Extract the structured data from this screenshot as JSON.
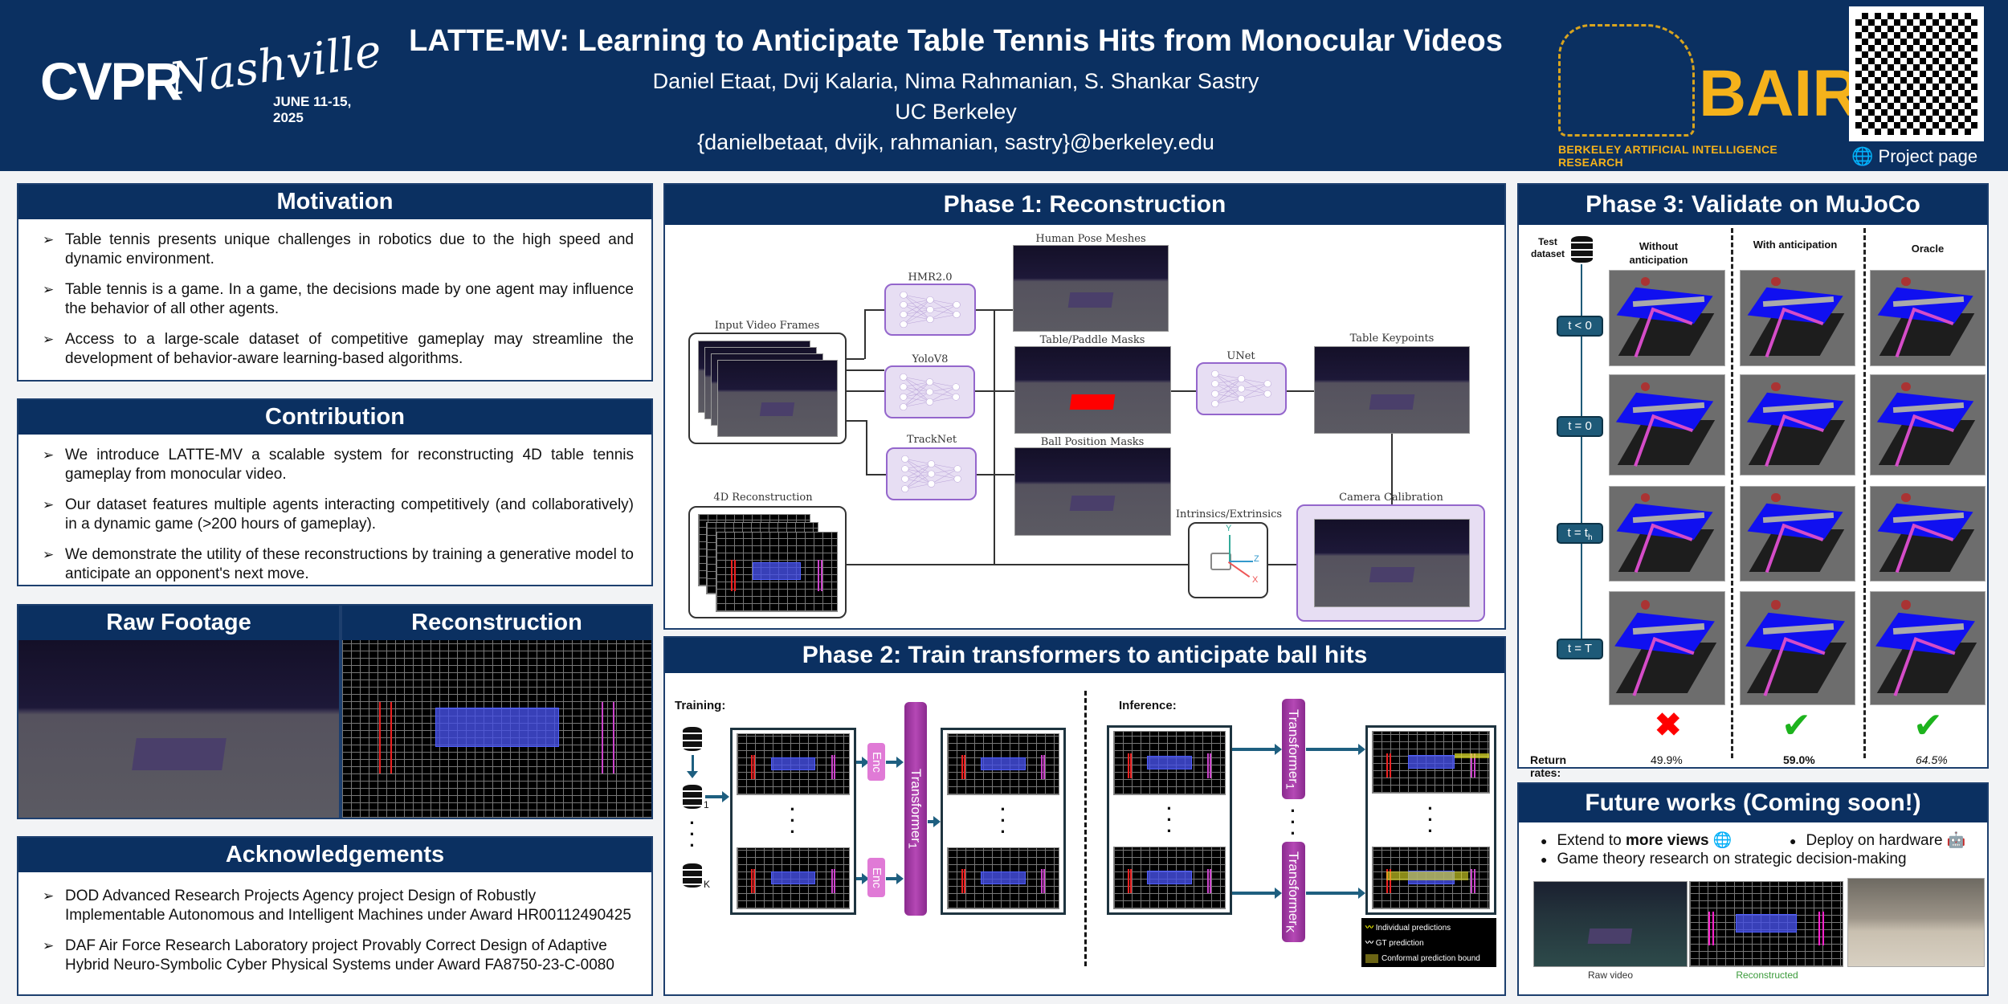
{
  "header": {
    "title": "LATTE-MV: Learning to Anticipate Table Tennis Hits from Monocular Videos",
    "authors": "Daniel Etaat, Dvij Kalaria, Nima Rahmanian, S. Shankar Sastry",
    "affiliation": "UC Berkeley",
    "emails": "{danielbetaat, dvijk, rahmanian, sastry}@berkeley.edu",
    "cvpr_logo": {
      "cvpr": "CVPR",
      "city": "Nashville",
      "dates": "JUNE 11-15, 2025"
    },
    "bair_logo": {
      "name": "BAIR",
      "full": "BERKELEY ARTIFICIAL INTELLIGENCE RESEARCH"
    },
    "project_page": "Project page"
  },
  "motivation": {
    "title": "Motivation",
    "items": [
      "Table tennis presents unique challenges in robotics due to the high speed and dynamic environment.",
      "Table tennis is a game. In a game, the decisions made by one agent may influence the behavior of all other agents.",
      "Access to a large-scale dataset of competitive gameplay may streamline the development of behavior-aware learning-based algorithms."
    ]
  },
  "contribution": {
    "title": "Contribution",
    "items": [
      "We introduce LATTE-MV a scalable system for reconstructing 4D table tennis gameplay from monocular video.",
      "Our dataset features multiple agents interacting competitively (and collaboratively) in a dynamic game (>200 hours of gameplay).",
      "We demonstrate the utility of these reconstructions by training a generative model to anticipate an opponent's next move."
    ]
  },
  "footage": {
    "raw_title": "Raw Footage",
    "recon_title": "Reconstruction"
  },
  "acknowledgements": {
    "title": "Acknowledgements",
    "items": [
      "DOD Advanced Research Projects Agency project Design of Robustly Implementable Autonomous and Intelligent Machines under Award HR00112490425",
      "DAF Air Force Research Laboratory project Provably Correct Design of Adaptive Hybrid Neuro-Symbolic Cyber Physical Systems under Award FA8750-23-C-0080"
    ]
  },
  "phase1": {
    "title": "Phase 1: Reconstruction",
    "labels": {
      "input": "Input Video Frames",
      "hmr": "HMR2.0",
      "yolo": "YoloV8",
      "tracknet": "TrackNet",
      "pose": "Human Pose Meshes",
      "table_masks": "Table/Paddle Masks",
      "ball_masks": "Ball Position Masks",
      "unet": "UNet",
      "keypoints": "Table Keypoints",
      "calibration": "Camera Calibration",
      "intrinsics": "Intrinsics/Extrinsics",
      "recon": "4D Reconstruction",
      "axis_x": "X",
      "axis_y": "Y",
      "axis_z": "Z"
    }
  },
  "phase2": {
    "title": "Phase 2: Train transformers to anticipate ball hits",
    "training": "Training:",
    "inference": "Inference:",
    "enc": "Enc",
    "transformer": "Transformer",
    "sub_1": "1",
    "sub_k": "K",
    "legend": [
      "Individual predictions",
      "GT prediction",
      "Conformal prediction bound"
    ]
  },
  "phase3": {
    "title": "Phase 3: Validate on MuJoCo",
    "test_dataset": "Test dataset",
    "columns": [
      "Without anticipation",
      "With anticipation",
      "Oracle"
    ],
    "times": [
      {
        "t": "t < 0",
        "sub": ""
      },
      {
        "t": "t = 0",
        "sub": ""
      },
      {
        "t": "t = t",
        "sub": "h"
      },
      {
        "t": "t = T",
        "sub": ""
      }
    ],
    "return_label": "Return rates:",
    "return_rates": [
      "49.9%",
      "59.0%",
      "64.5%"
    ],
    "outcomes": [
      "✖",
      "✔",
      "✔"
    ],
    "colors": {
      "fail": "#ff0000",
      "success": "#1db31d"
    }
  },
  "future": {
    "title": "Future works (Coming soon!)",
    "item1_pre": "Extend to ",
    "item1_bold": "more views",
    "item2": "Deploy on hardware",
    "item3": "Game theory research on strategic decision-making",
    "captions": [
      "Raw video",
      "Reconstructed"
    ]
  }
}
